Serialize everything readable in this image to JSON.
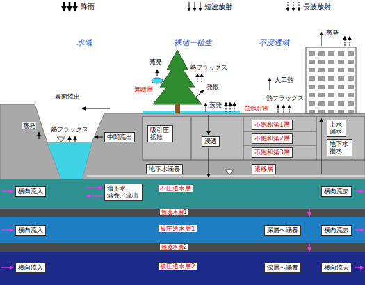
{
  "diagram": {
    "nodes": [
      {
        "text": [
          "中間流出"
        ]
      },
      {
        "text": [
          "吸引圧 拡散"
        ]
      },
      {
        "text": [
          "浸透"
        ]
      },
      {
        "text": [
          "不飽和第1層"
        ]
      },
      {
        "text": [
          "上水 漏水"
        ]
      },
      {
        "text": [
          "不飽和第2層"
        ]
      },
      {
        "text": [
          "地下水 揚水"
        ]
      },
      {
        "text": [
          "不飽和第3層"
        ]
      },
      {
        "text": [
          "地下水涵養"
        ]
      },
      {
        "text": [
          "遷移層"
        ]
      },
      {
        "text": [
          "不圧透水層"
        ]
      },
      {
        "text": [
          "横向流入"
        ],
        "in": 10
      },
      {
        "text": [
          "地下水 涵養／流出"
        ],
        "in": 10
      },
      {
        "text": [
          "横向流去"
        ],
        "in": 10
      },
      {
        "text": [
          "難透水層1"
        ]
      },
      {
        "text": [
          "被圧透水層1"
        ]
      },
      {
        "text": [
          "横向流入"
        ],
        "in": 15
      },
      {
        "text": [
          "深層へ涵養"
        ],
        "in": 15
      },
      {
        "text": [
          "横向流去"
        ],
        "in": 15
      },
      {
        "text": [
          "難透水層2"
        ]
      },
      {
        "text": [
          "被圧透水層2"
        ]
      },
      {
        "text": [
          "横向流入"
        ],
        "in": 20
      },
      {
        "text": [
          "深層へ涵養"
        ],
        "in": 20
      },
      {
        "text": [
          "横向流去"
        ],
        "in": 20
      }
    ],
    "edges": [
      {
        "from": 10,
        "to": 15,
        "arrow": "to"
      },
      {
        "from": 15,
        "to": 20,
        "arrow": "to"
      }
    ],
    "labels": [
      "水域",
      "裸地ー植生",
      "不浸透域",
      "蒸発",
      "蒸発",
      "熱フラックス",
      "人工熱",
      "発散",
      "遮断層",
      "表面流出",
      "熱フラックス",
      "蒸発",
      "窪地貯留",
      "蒸発",
      "熱フラックス"
    ],
    "legend": [
      {
        "text": "降雨"
      },
      {
        "text": "短波放射"
      },
      {
        "text": "長波放射"
      }
    ]
  }
}
